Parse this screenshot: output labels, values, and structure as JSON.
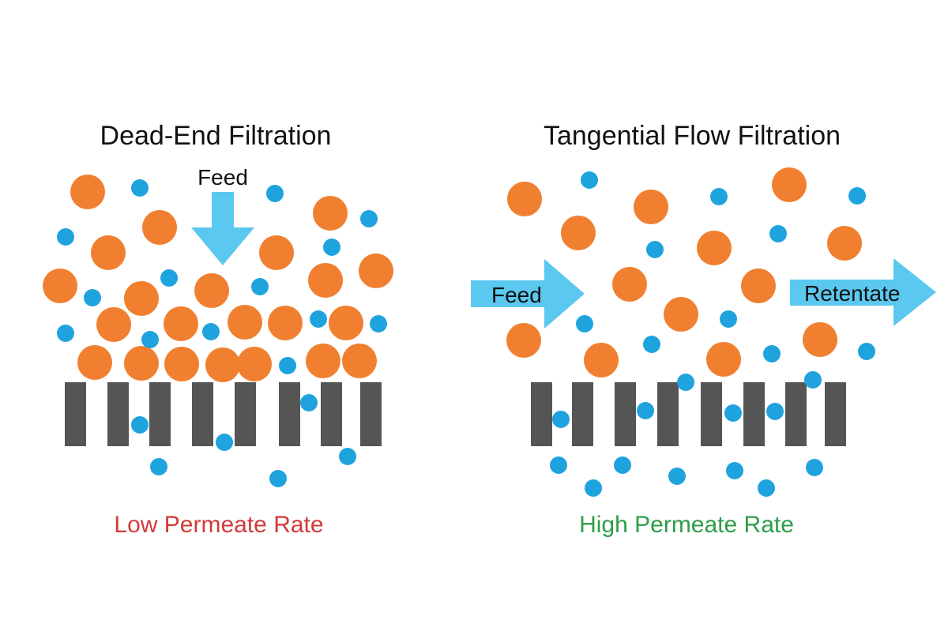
{
  "colors": {
    "particle_large": "#f08030",
    "particle_small": "#1fa3df",
    "arrow": "#5bc8f0",
    "membrane": "#555555",
    "low_rate": "#d23a3a",
    "high_rate": "#2e9e48",
    "text": "#111111"
  },
  "icons": {
    "feed_arrow_dead_end": "arrow-down-icon",
    "feed_arrow_tangential": "arrow-right-icon",
    "retentate_arrow": "arrow-right-icon"
  },
  "dead_end": {
    "title": "Dead-End Filtration",
    "feed_label": "Feed",
    "result_label": "Low Permeate Rate"
  },
  "tangential": {
    "title": "Tangential Flow Filtration",
    "feed_label": "Feed",
    "retentate_label": "Retentate",
    "result_label": "High Permeate Rate"
  }
}
